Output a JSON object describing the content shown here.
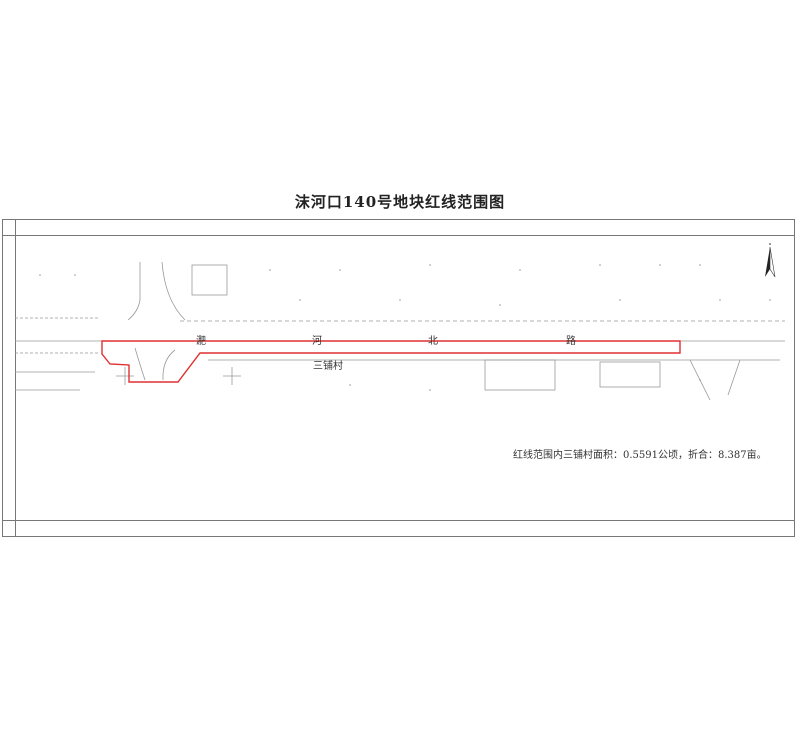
{
  "title": "沫河口140号地块红线范围图",
  "road_name": [
    "淝",
    "河",
    "北",
    "路"
  ],
  "village_label": "三铺村",
  "area_note": "红线范围内三铺村面积：0.5591公顷，折合：8.387亩。",
  "colors": {
    "boundary": "#e03030",
    "linework": "#555555"
  },
  "icons": [
    "north-arrow-icon"
  ]
}
